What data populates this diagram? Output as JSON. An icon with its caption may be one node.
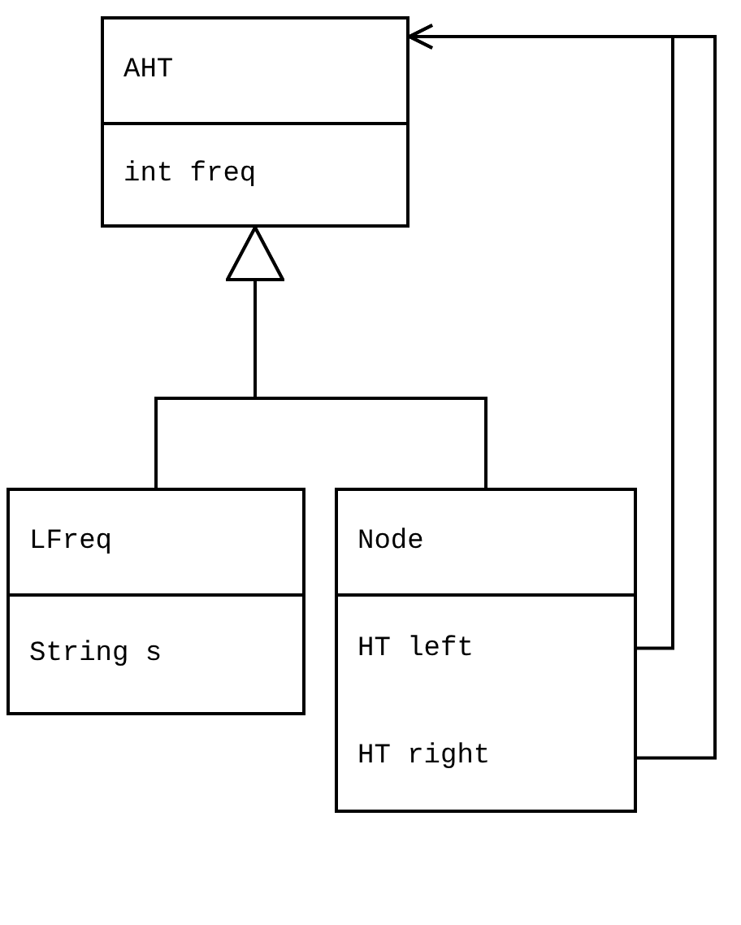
{
  "diagram": {
    "nodes": [
      {
        "text": [
          "AHT",
          "int freq"
        ]
      },
      {
        "text": [
          "LFreq",
          "String s"
        ]
      },
      {
        "text": [
          "Node",
          "HT left",
          "HT right"
        ]
      }
    ],
    "edges": [
      {
        "from": 1,
        "to": 0,
        "arrow": "to"
      },
      {
        "from": 2,
        "to": 0,
        "arrow": "to"
      },
      {
        "from": 2,
        "to": 0,
        "arrow": "to"
      },
      {
        "from": 2,
        "to": 0,
        "arrow": "to"
      }
    ]
  }
}
